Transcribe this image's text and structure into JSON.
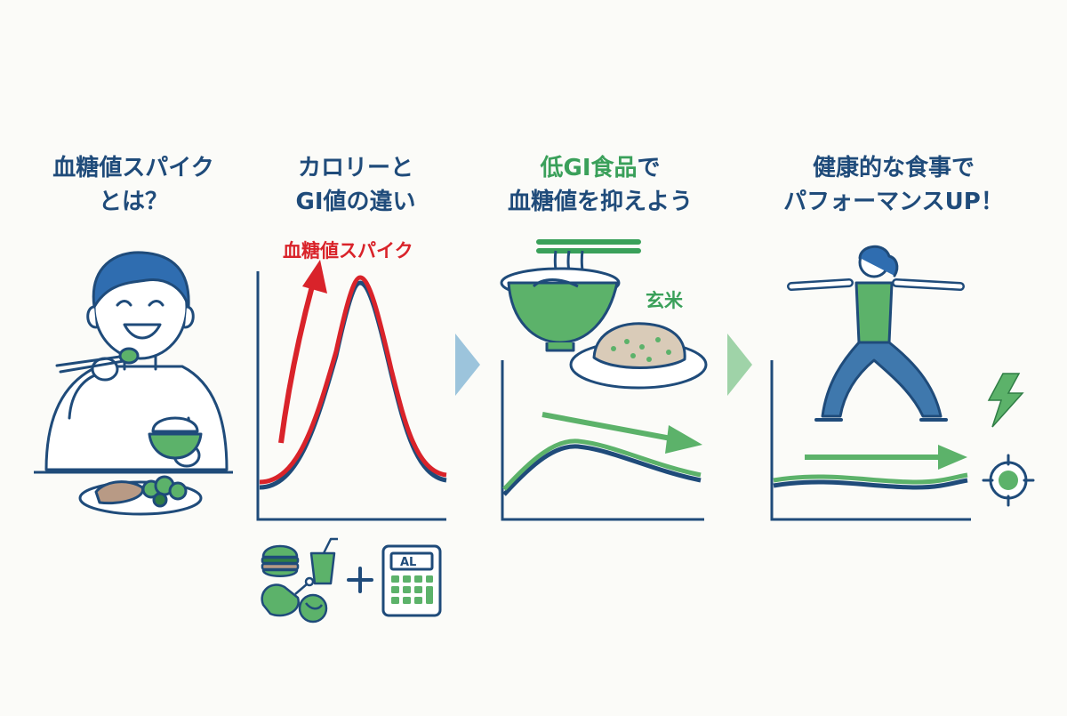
{
  "panels": [
    {
      "title_lines": [
        "血糖値スパイク",
        "とは？"
      ]
    },
    {
      "title_lines": [
        "カロリーと",
        "GI値の違い"
      ],
      "curve_label": "血糖値スパイク"
    },
    {
      "title_line1_green": "低GI食品",
      "title_line1_rest": "で",
      "title_line2": "血糖値を抑えよう",
      "food_label": "玄米"
    },
    {
      "title_lines": [
        "健康的な食事で",
        "パフォーマンスUP！"
      ]
    }
  ],
  "calculator_display": "AL",
  "icons": [
    "person-eating-icon",
    "rice-bowl-icon",
    "meal-plate-icon",
    "burger-icon",
    "drink-icon",
    "chicken-leg-icon",
    "vegetable-icon",
    "plus-icon",
    "calculator-icon",
    "noodle-bowl-icon",
    "brown-rice-plate-icon",
    "woman-exercising-icon",
    "lightning-icon",
    "target-icon",
    "chevron-right-icon"
  ],
  "colors": {
    "navy": "#1f4b7a",
    "green": "#3aa05a",
    "red": "#d9232a",
    "arrow_blue": "#9cc4dc",
    "arrow_green": "#9fd3a8"
  }
}
